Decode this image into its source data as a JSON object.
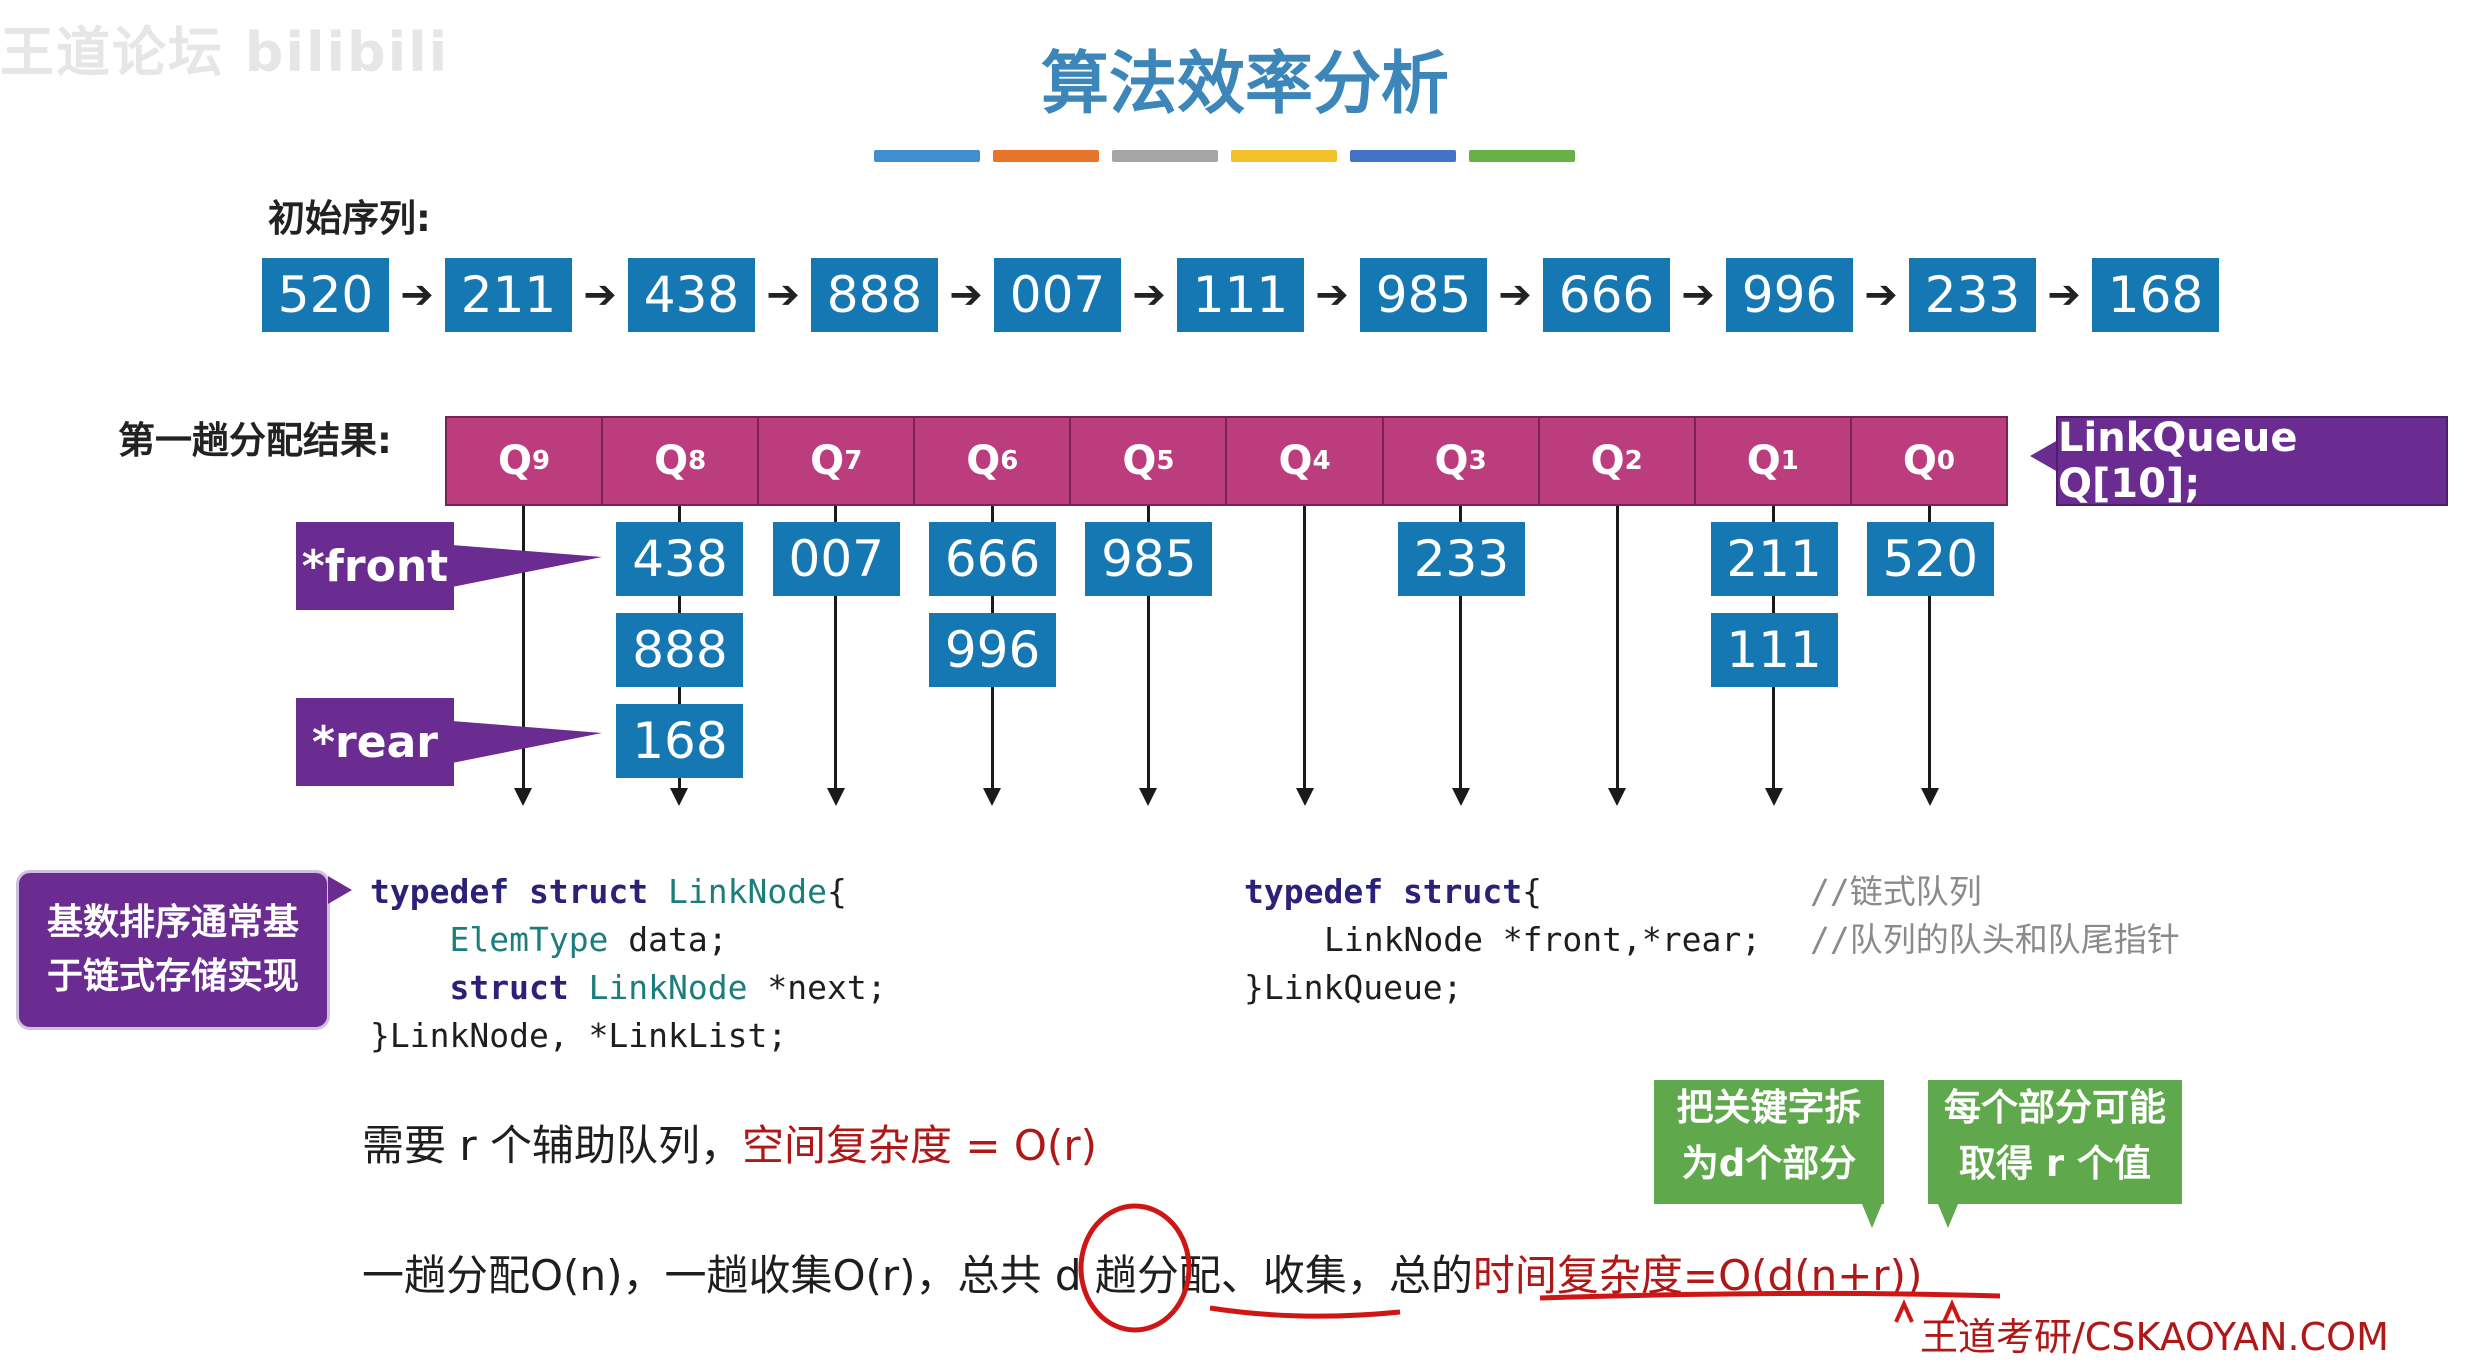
{
  "watermark": "王道论坛 bilibili",
  "title": "算法效率分析",
  "color_bar": [
    "#3f8fd0",
    "#e8742a",
    "#a5a5a5",
    "#f3c22b",
    "#4472c4",
    "#67b245"
  ],
  "initial_label": "初始序列:",
  "initial_sequence": [
    "520",
    "211",
    "438",
    "888",
    "007",
    "111",
    "985",
    "666",
    "996",
    "233",
    "168"
  ],
  "arrow_glyph": "➔",
  "distribution_label": "第一趟分配结果:",
  "queues": [
    {
      "name": "Q",
      "sub": "9",
      "items": []
    },
    {
      "name": "Q",
      "sub": "8",
      "items": [
        "438",
        "888",
        "168"
      ]
    },
    {
      "name": "Q",
      "sub": "7",
      "items": [
        "007"
      ]
    },
    {
      "name": "Q",
      "sub": "6",
      "items": [
        "666",
        "996"
      ]
    },
    {
      "name": "Q",
      "sub": "5",
      "items": [
        "985"
      ]
    },
    {
      "name": "Q",
      "sub": "4",
      "items": []
    },
    {
      "name": "Q",
      "sub": "3",
      "items": [
        "233"
      ]
    },
    {
      "name": "Q",
      "sub": "2",
      "items": []
    },
    {
      "name": "Q",
      "sub": "1",
      "items": [
        "211",
        "111"
      ]
    },
    {
      "name": "Q",
      "sub": "0",
      "items": [
        "520"
      ]
    }
  ],
  "linkqueue_label": "LinkQueue Q[10];",
  "front_label": "*front",
  "rear_label": "*rear",
  "radix_note": [
    "基数排序通常基",
    "于链式存储实现"
  ],
  "code_left": {
    "l1_kw": "typedef struct ",
    "l1_ty": "LinkNode",
    "l1_rest": "{",
    "l2_ty": "ElemType",
    "l2_rest": " data;",
    "l3_kw": "struct ",
    "l3_ty": "LinkNode",
    "l3_rest": " *next;",
    "l4": "}LinkNode, *LinkList;"
  },
  "code_right": {
    "l1_kw": "typedef struct",
    "l1_rest": "{",
    "l1_cm": "//链式队列",
    "l2": "LinkNode *front,*rear;",
    "l2_cm": "//队列的队头和队尾指针",
    "l3": "}LinkQueue;"
  },
  "space_line": {
    "plain": "需要 r 个辅助队列，",
    "red": "空间复杂度 = O(r)"
  },
  "time_line": {
    "plain": "一趟分配O(n)，一趟收集O(r)，总共 d 趟分配、收集，总的",
    "red": "时间复杂度=O(d(n+r))"
  },
  "callout_1": [
    "把关键字拆",
    "为d个部分"
  ],
  "callout_2": [
    "每个部分可能",
    "取得 r 个值"
  ],
  "footer_watermark": "王道考研/CSKAOYAN.COM",
  "accent_colors": {
    "box_blue": "#1678b3",
    "queue_magenta": "#bb3d7e",
    "purple": "#6a2c91",
    "green": "#5fa84b",
    "red": "#b01818"
  }
}
